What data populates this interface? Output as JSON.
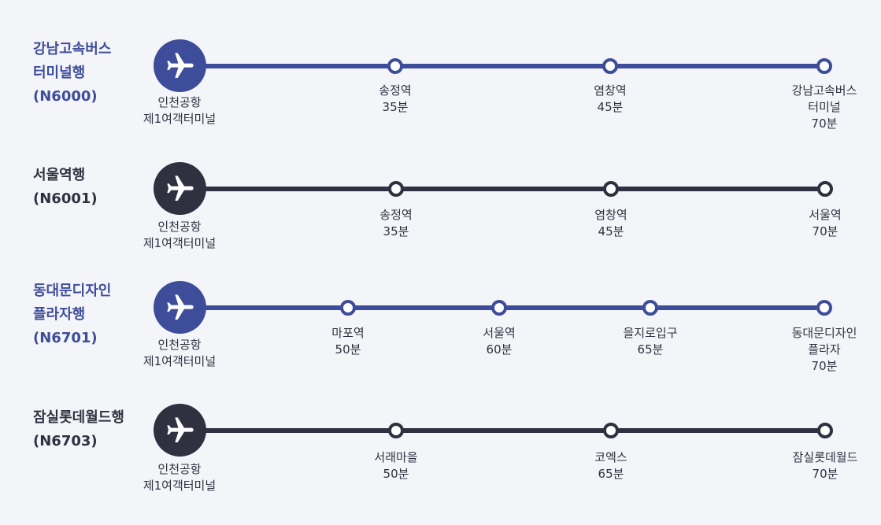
{
  "colors": {
    "blue": "#3e4d9a",
    "navy": "#2f3140"
  },
  "origin": {
    "line1": "인천공항",
    "line2": "제1여객터미널",
    "icon": "airplane-icon"
  },
  "routes": [
    {
      "title1": "강남고속버스",
      "title2": "터미널행",
      "code": "(N6000)",
      "color": "blue",
      "stops": [
        {
          "name1": "송정역",
          "name2": "",
          "time": "35분"
        },
        {
          "name1": "염창역",
          "name2": "",
          "time": "45분"
        },
        {
          "name1": "강남고속버스",
          "name2": "터미널",
          "time": "70분"
        }
      ]
    },
    {
      "title1": "서울역행",
      "title2": "",
      "code": "(N6001)",
      "color": "navy",
      "stops": [
        {
          "name1": "송정역",
          "name2": "",
          "time": "35분"
        },
        {
          "name1": "염창역",
          "name2": "",
          "time": "45분"
        },
        {
          "name1": "서울역",
          "name2": "",
          "time": "70분"
        }
      ]
    },
    {
      "title1": "동대문디자인",
      "title2": "플라자행",
      "code": "(N6701)",
      "color": "blue",
      "stops": [
        {
          "name1": "마포역",
          "name2": "",
          "time": "50분"
        },
        {
          "name1": "서울역",
          "name2": "",
          "time": "60분"
        },
        {
          "name1": "을지로입구",
          "name2": "",
          "time": "65분"
        },
        {
          "name1": "동대문디자인",
          "name2": "플라자",
          "time": "70분"
        }
      ]
    },
    {
      "title1": "잠실롯데월드행",
      "title2": "",
      "code": "(N6703)",
      "color": "navy",
      "stops": [
        {
          "name1": "서래마을",
          "name2": "",
          "time": "50분"
        },
        {
          "name1": "코엑스",
          "name2": "",
          "time": "65분"
        },
        {
          "name1": "잠실롯데월드",
          "name2": "",
          "time": "70분"
        }
      ]
    }
  ]
}
